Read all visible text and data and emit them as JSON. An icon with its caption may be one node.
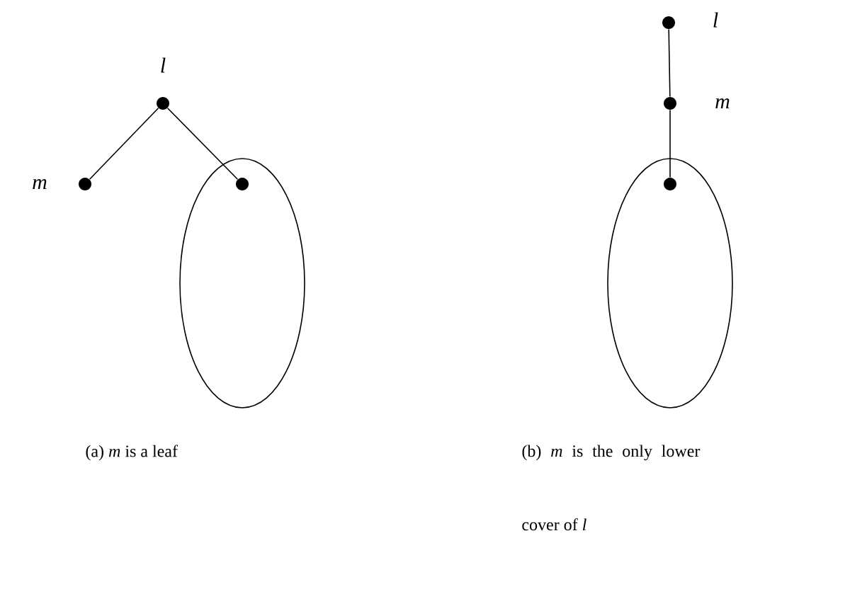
{
  "diagram": {
    "nodes": [
      {
        "text": [],
        "shape": "circle",
        "beside": [
          "l"
        ]
      },
      {
        "text": [],
        "shape": "circle",
        "beside": [
          "m"
        ]
      },
      {
        "text": [],
        "shape": "ellipse"
      },
      {
        "text": [],
        "shape": "circle",
        "in": 2
      },
      {
        "text": [],
        "shape": "circle",
        "beside": [
          "l"
        ]
      },
      {
        "text": [],
        "shape": "circle",
        "beside": [
          "m"
        ]
      },
      {
        "text": [],
        "shape": "ellipse"
      },
      {
        "text": [],
        "shape": "circle",
        "in": 6
      }
    ],
    "edges": [
      {
        "from": 0,
        "to": 1,
        "arrow": "none"
      },
      {
        "from": 0,
        "to": 3,
        "arrow": "none"
      },
      {
        "from": 4,
        "to": 5,
        "arrow": "none"
      },
      {
        "from": 5,
        "to": 7,
        "arrow": "none"
      }
    ],
    "labels": [
      "(a) *m* is a leaf",
      "(b) *m* is the only lower cover of *l*"
    ]
  }
}
